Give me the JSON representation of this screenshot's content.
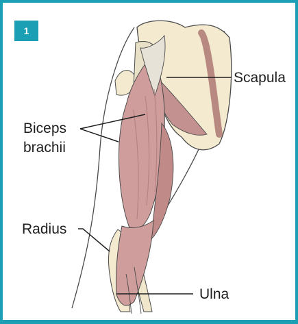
{
  "figure": {
    "number": "1",
    "labels": {
      "scapula": "Scapula",
      "biceps_line1": "Biceps",
      "biceps_line2": "brachii",
      "radius": "Radius",
      "ulna": "Ulna"
    }
  },
  "colors": {
    "frame": "#1a9fb4",
    "bone": "#f3ead0",
    "muscle": "#cf9e9c",
    "muscle_dark": "#b27b7a",
    "tendon": "#e6e2d8",
    "outline": "#4a4a4a"
  }
}
